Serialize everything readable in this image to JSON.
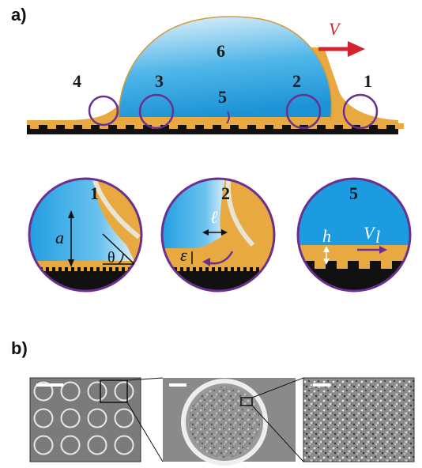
{
  "figure": {
    "panel_a_label": "a)",
    "panel_b_label": "b)",
    "velocity_label": "V",
    "region_labels": {
      "r1": "1",
      "r2": "2",
      "r3": "3",
      "r4": "4",
      "r5": "5",
      "r6": "6"
    },
    "inset_titles": {
      "inset1": "1",
      "inset2": "2",
      "inset3": "5"
    },
    "inset_symbols": {
      "a": "a",
      "theta": "θ",
      "ell": "ℓ",
      "epsilon": "ε",
      "h": "h",
      "vl": "V",
      "vl_sub": "l"
    },
    "colors": {
      "water": "#1fa0e0",
      "water_light": "#d9eef9",
      "oil": "#e7a940",
      "substrate": "#111111",
      "circle": "#6b2f8f",
      "arrow": "#d3232c"
    }
  }
}
